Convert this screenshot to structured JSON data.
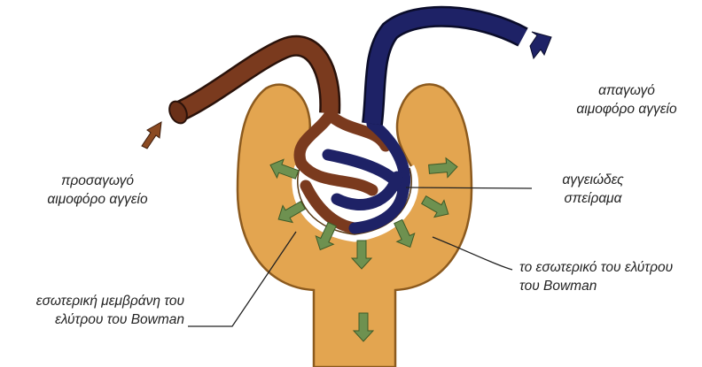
{
  "labels": {
    "afferent": {
      "line1": "προσαγωγό",
      "line2": "αιμοφόρο αγγείο"
    },
    "efferent": {
      "line1": "απαγωγό",
      "line2": "αιμοφόρο αγγείο"
    },
    "glomerulus": {
      "line1": "αγγειώδες",
      "line2": "σπείραμα"
    },
    "capsule_interior": {
      "line1": "το εσωτερικό του ελύτρου",
      "line2": "του Bowman"
    },
    "inner_membrane": {
      "line1": "εσωτερική μεμβράνη του",
      "line2": "ελύτρου του Bowman"
    }
  },
  "icons": [
    "inflow-arrow-icon",
    "outflow-arrow-icon",
    "filtration-arrow-icon"
  ],
  "colors": {
    "capsule": "#E3A550",
    "capsule_edge": "#8C5A1E",
    "afferent_vessel": "#7A3A1E",
    "efferent_vessel": "#1E2266",
    "filtration_arrow": "#6E9150",
    "text": "#222222"
  }
}
